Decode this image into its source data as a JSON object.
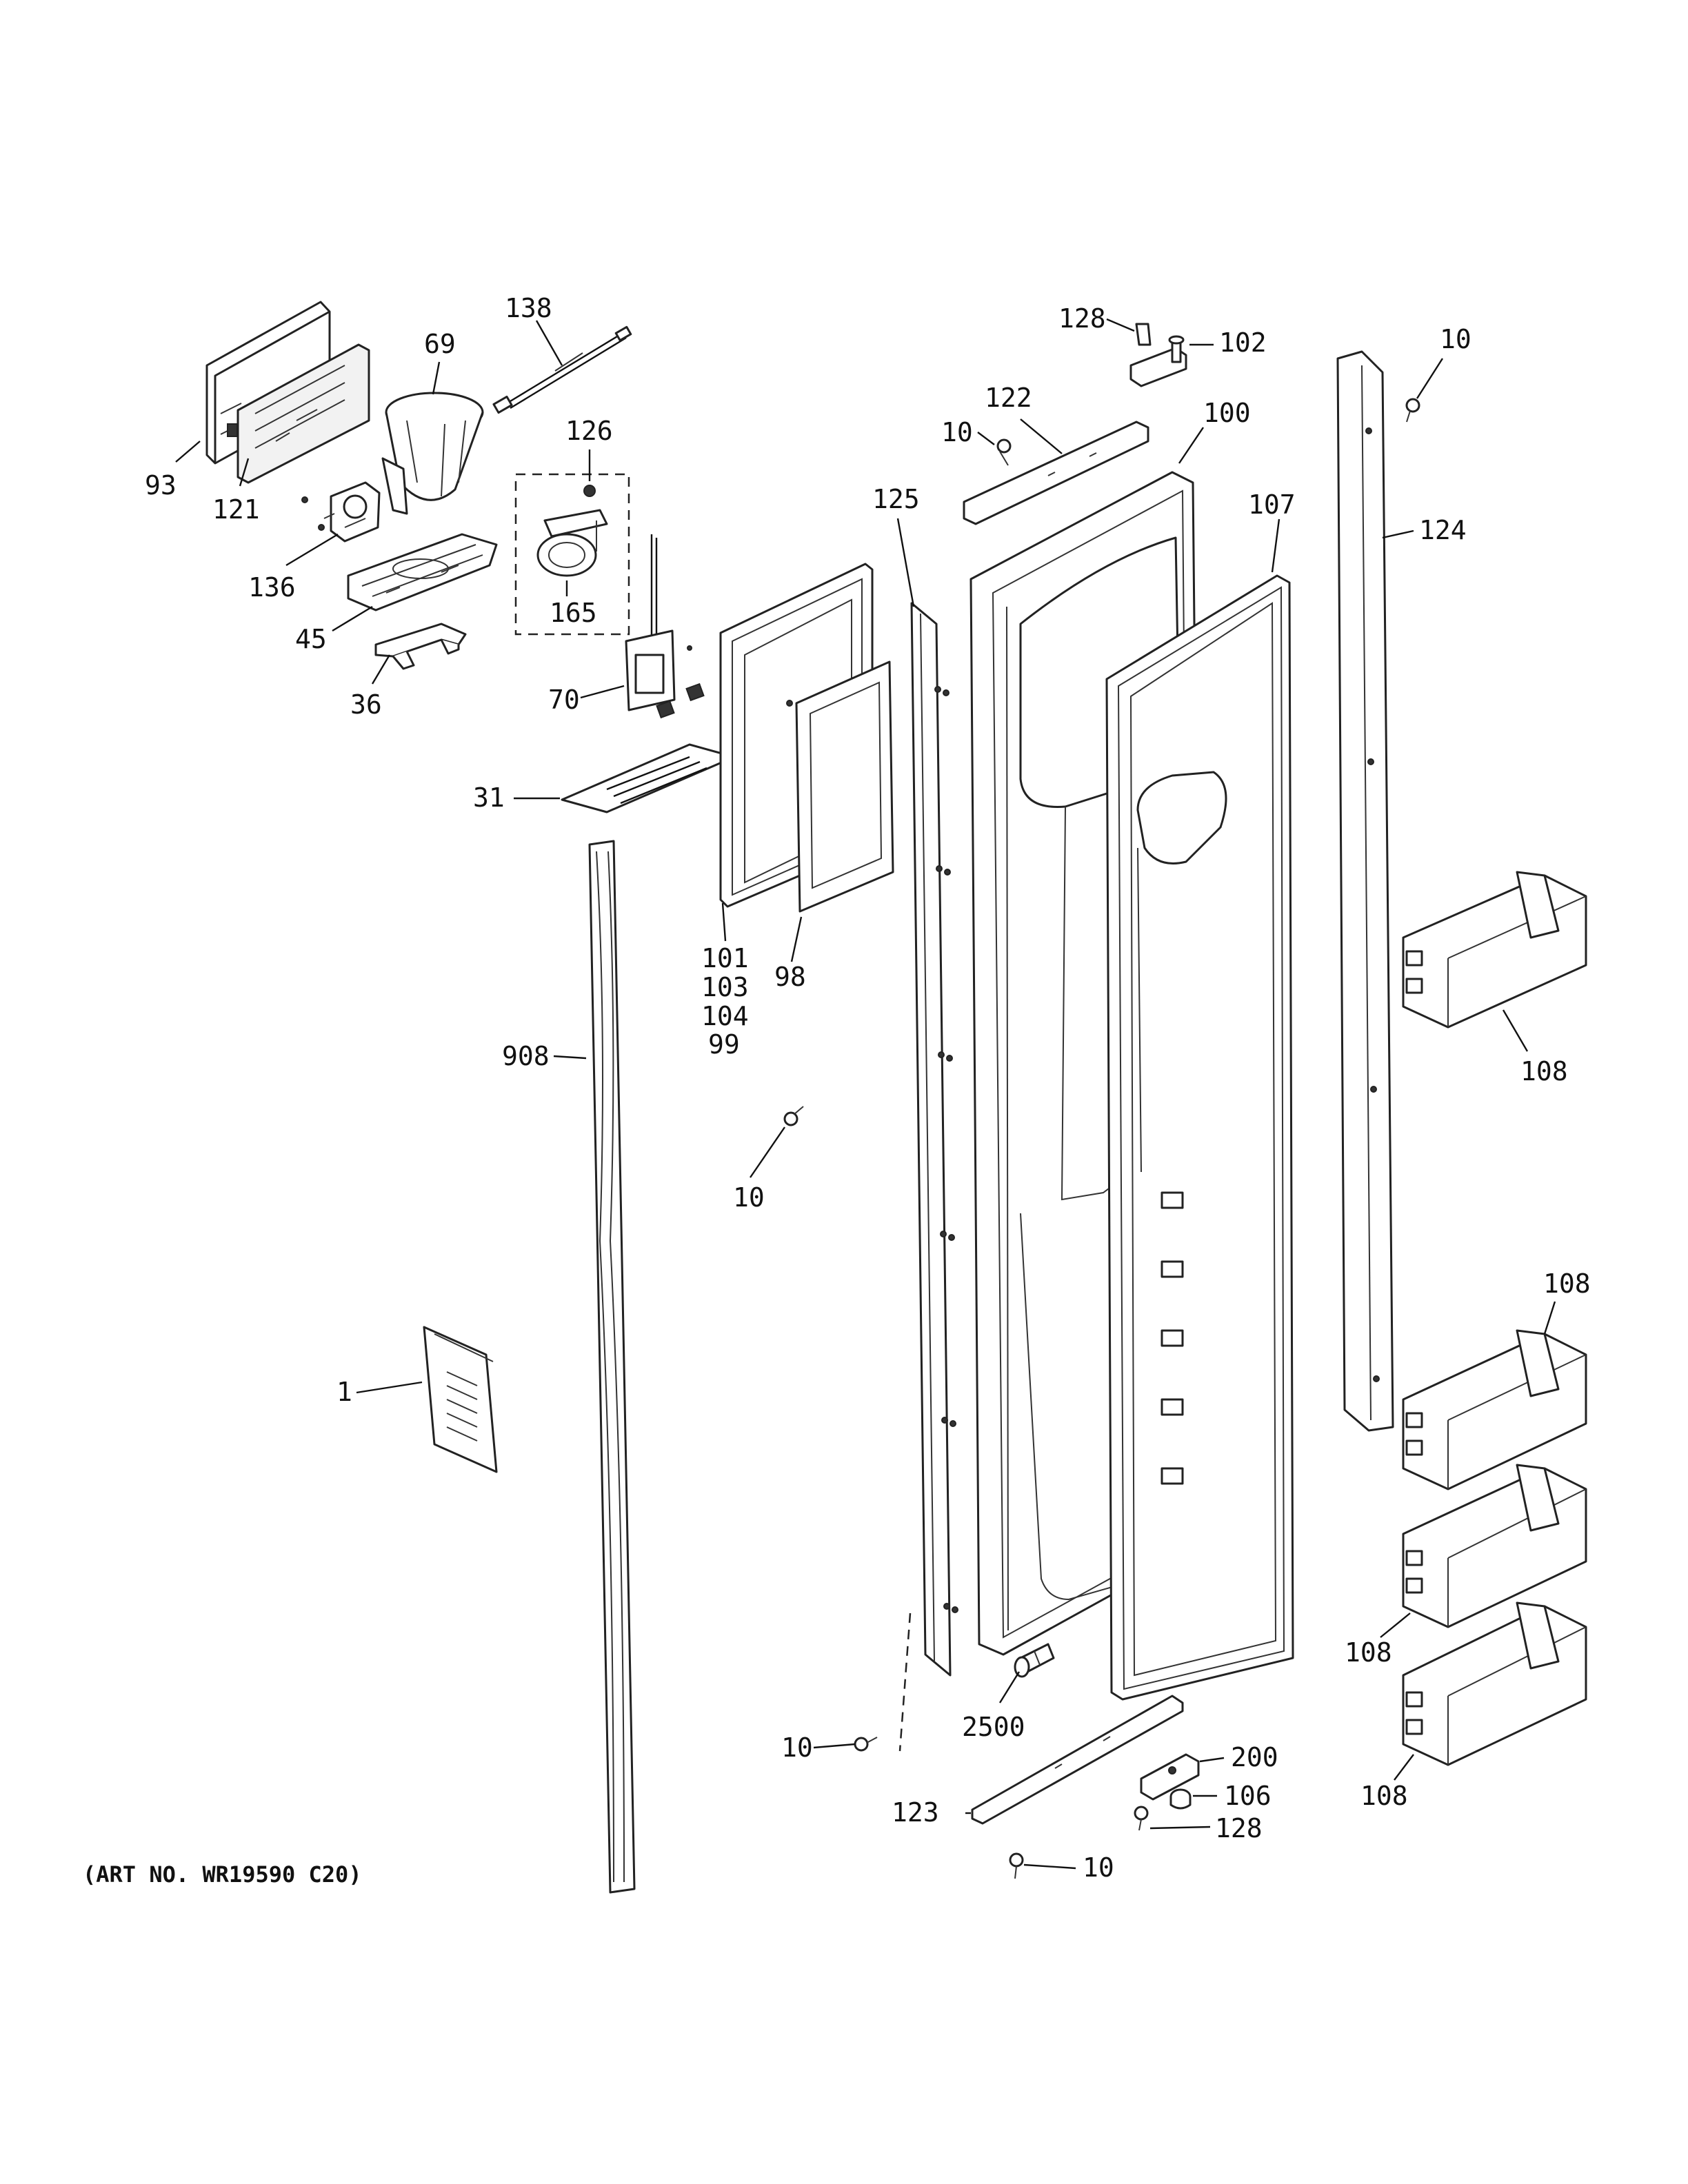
{
  "art_number": "(ART NO. WR19590 C20)",
  "callouts": {
    "c93": "93",
    "c121": "121",
    "c136": "136",
    "c45": "45",
    "c36": "36",
    "c69": "69",
    "c138": "138",
    "c126": "126",
    "c165": "165",
    "c70": "70",
    "c31": "31",
    "c908": "908",
    "c1": "1",
    "c101": "101",
    "c103": "103",
    "c104": "104",
    "c99": "99",
    "c98": "98",
    "c125": "125",
    "c10_mid": "10",
    "c10_low": "10",
    "c10_topleft": "10",
    "c10_topright": "10",
    "c10_bottom": "10",
    "c128_top": "128",
    "c102": "102",
    "c122": "122",
    "c100": "100",
    "c107": "107",
    "c124": "124",
    "c108_a": "108",
    "c108_b": "108",
    "c108_c": "108",
    "c108_d": "108",
    "c2500": "2500",
    "c123": "123",
    "c200": "200",
    "c106": "106",
    "c128_bottom": "128"
  }
}
